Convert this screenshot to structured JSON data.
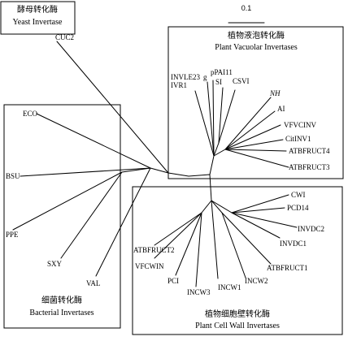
{
  "scale_bar": {
    "label": "0.1"
  },
  "groups": {
    "yeast": {
      "title_zh": "酵母转化酶",
      "title_en": "Yeast Invertase"
    },
    "vacuolar": {
      "title_zh": "植物液泡转化酶",
      "title_en": "Plant Vacuolar Invertases"
    },
    "bacterial": {
      "title_zh": "细菌转化酶",
      "title_en": "Bacterial Invertases"
    },
    "cellwall": {
      "title_zh": "植物细胞壁转化酶",
      "title_en": "Plant Cell Wall Invertases"
    }
  },
  "leaves": {
    "cuc2": "CUC2",
    "invle23": "INVLE23",
    "g": "g",
    "ppai11": "pPAI11",
    "ivr1": "IVR1",
    "si": "SI",
    "csvi": "CSVI",
    "nh": "NH",
    "ai": "AI",
    "vfvcinv": "VFVCINV",
    "citinv1": "CitINV1",
    "atbfruct4": "ATBFRUCT4",
    "atbfruct3": "ATBFRUCT3",
    "eco": "ECO",
    "bsu": "BSU",
    "ppe": "PPE",
    "sxy": "SXY",
    "val": "VAL",
    "cwi": "CWI",
    "pcd14": "PCD14",
    "invdc2": "INVDC2",
    "invdc1": "INVDC1",
    "atbfruct1": "ATBFRUCT1",
    "atbfruct2": "ATBFRUCT2",
    "vfcwin": "VFCWIN",
    "pci": "PCI",
    "incw3": "INCW3",
    "incw1": "INCW1",
    "incw2": "INCW2"
  }
}
